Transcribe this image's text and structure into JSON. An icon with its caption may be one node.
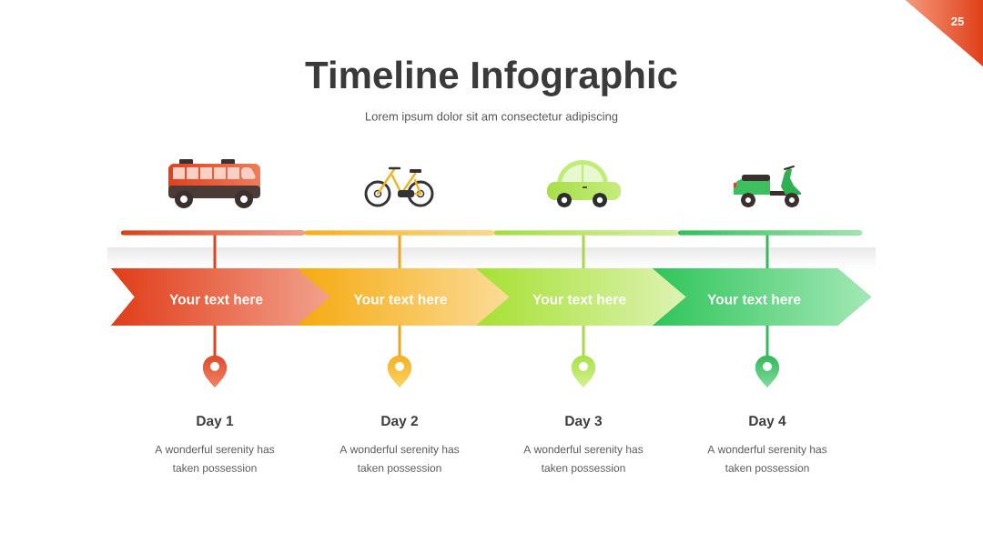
{
  "diagram": {
    "title": "Timeline Infographic",
    "nodes": [
      {
        "text": [],
        "shape": "bar"
      },
      {
        "text": [],
        "shape": "bar"
      },
      {
        "text": [],
        "shape": "bar"
      },
      {
        "text": [],
        "shape": "bar"
      },
      {
        "text": [
          "Your text here"
        ]
      },
      {
        "text": [
          "Your text here"
        ]
      },
      {
        "text": [
          "Your text here"
        ]
      },
      {
        "text": [
          "Your text here"
        ]
      },
      {
        "text": [],
        "shape": "pin",
        "beside": [
          "Day 1",
          "A wonderful serenity has taken possession"
        ]
      },
      {
        "text": [],
        "shape": "pin",
        "beside": [
          "Day 2",
          "A wonderful serenity has taken possession"
        ]
      },
      {
        "text": [],
        "shape": "pin",
        "beside": [
          "Day 3",
          "A wonderful serenity has taken possession"
        ]
      },
      {
        "text": [],
        "shape": "pin",
        "beside": [
          "Day 4",
          "A wonderful serenity has taken possession"
        ]
      }
    ],
    "edges": [
      {
        "from": 0,
        "to": 4,
        "arrow": "none",
        "color": "#dc4420"
      },
      {
        "from": 4,
        "to": 8,
        "arrow": "none",
        "color": "#dc4420"
      },
      {
        "from": 1,
        "to": 5,
        "arrow": "none",
        "color": "#eaa620"
      },
      {
        "from": 5,
        "to": 9,
        "arrow": "none",
        "color": "#eaa620"
      },
      {
        "from": 2,
        "to": 6,
        "arrow": "none",
        "color": "#a8d848"
      },
      {
        "from": 6,
        "to": 10,
        "arrow": "none",
        "color": "#a8d848"
      },
      {
        "from": 3,
        "to": 7,
        "arrow": "none",
        "color": "#36b85c"
      },
      {
        "from": 7,
        "to": 11,
        "arrow": "none",
        "color": "#36b85c"
      }
    ],
    "labels": [
      "25",
      "Lorem ipsum dolor sit am consectetur adipiscing"
    ]
  }
}
